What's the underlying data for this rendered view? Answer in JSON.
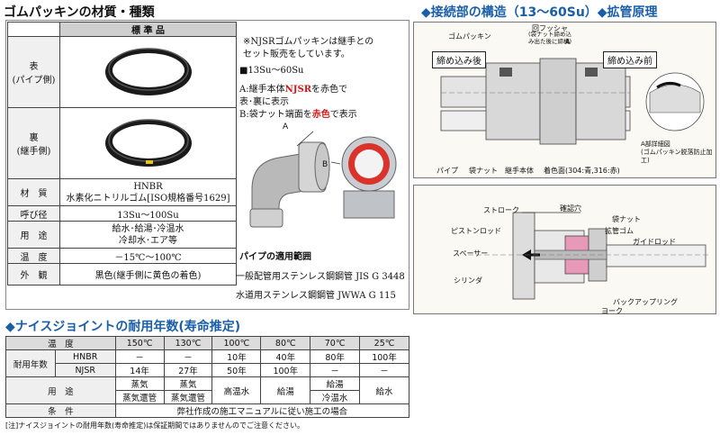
{
  "titles": {
    "material": "ゴムパッキンの材質・種類",
    "structure": "◆接続部の構造（13～60Su）◆拡管原理",
    "life": "◆ナイスジョイントの耐用年数(寿命推定)"
  },
  "material_table": {
    "header": "標 準 品",
    "front_label": "表\n(パイプ側)",
    "back_label": "裏\n(継手側)",
    "rows": [
      {
        "label": "材　質",
        "value": "HNBR\n水素化ニトリルゴム[ISO規格番号1629]"
      },
      {
        "label": "呼び径",
        "value": "13Su～100Su"
      },
      {
        "label": "用　途",
        "value": "給水･給湯･冷温水\n冷却水･エア等"
      },
      {
        "label": "温　度",
        "value": "－15℃～100℃"
      },
      {
        "label": "外　観",
        "value": "黒色(継手側に黄色の着色)"
      }
    ]
  },
  "info": {
    "note1": "※NJSRゴムパッキンは継手との\nセット販売をしています。",
    "size": "■13Su～60Su",
    "a_pre": "A:継手本体",
    "a_red": "NJSR",
    "a_post": "を赤色で\n表･裏に表示",
    "b_pre": "B:袋ナット端面を",
    "b_red": "赤色",
    "b_post": "で表示",
    "label_a": "A",
    "label_b": "B",
    "pipe_title": "パイプの適用範囲",
    "pipe1": "一般配管用ステンレス鋼鋼管 JIS G 3448",
    "pipe2": "水道用ステンレス鋼鋼管 JWWA G 115"
  },
  "diagram1": {
    "rubber": "ゴムパッキン",
    "washer": "回フッシャ",
    "washer_note": "(袋ナット締め込\nみ出た後に締構)",
    "a": "A",
    "after": "締め込み後",
    "before": "締め込み前",
    "pipe": "パイプ",
    "nut": "袋ナット",
    "body": "継手本体",
    "color": "着色面(304:青,316:赤)",
    "detail": "A部詳細図\n(ゴムパッキン脱落防止加工)"
  },
  "diagram2": {
    "stroke": "ストローク",
    "hole": "確認穴",
    "nut": "袋ナット",
    "rubber": "拡管ゴム",
    "guide": "ガイドロッド",
    "piston": "ピストンロッド",
    "spacer": "スペーサー",
    "cylinder": "シリンダ",
    "backup": "バックアップリング",
    "yoke": "ヨーク"
  },
  "life_table": {
    "temp_label": "温　度",
    "temps": [
      "150℃",
      "130℃",
      "100℃",
      "80℃",
      "70℃",
      "25℃"
    ],
    "years_label": "耐用年数",
    "hnbr_label": "HNBR",
    "hnbr": [
      "－",
      "－",
      "10年",
      "40年",
      "80年",
      "100年"
    ],
    "njsr_label": "NJSR",
    "njsr": [
      "14年",
      "27年",
      "50年",
      "100年",
      "－",
      "－"
    ],
    "use_label": "用　途",
    "use1": [
      "蒸気",
      "蒸気",
      "高温水",
      "給湯",
      "給湯",
      "給水"
    ],
    "use2": [
      "蒸気還管",
      "蒸気還管",
      "",
      "",
      "冷温水",
      ""
    ],
    "cond_label": "条　件",
    "cond": "弊社作成の施工マニュアルに従い施工の場合"
  },
  "footnote": "[注]ナイスジョイントの耐用年数(寿命推定)は保証期間ではありませんのでご注意ください。"
}
